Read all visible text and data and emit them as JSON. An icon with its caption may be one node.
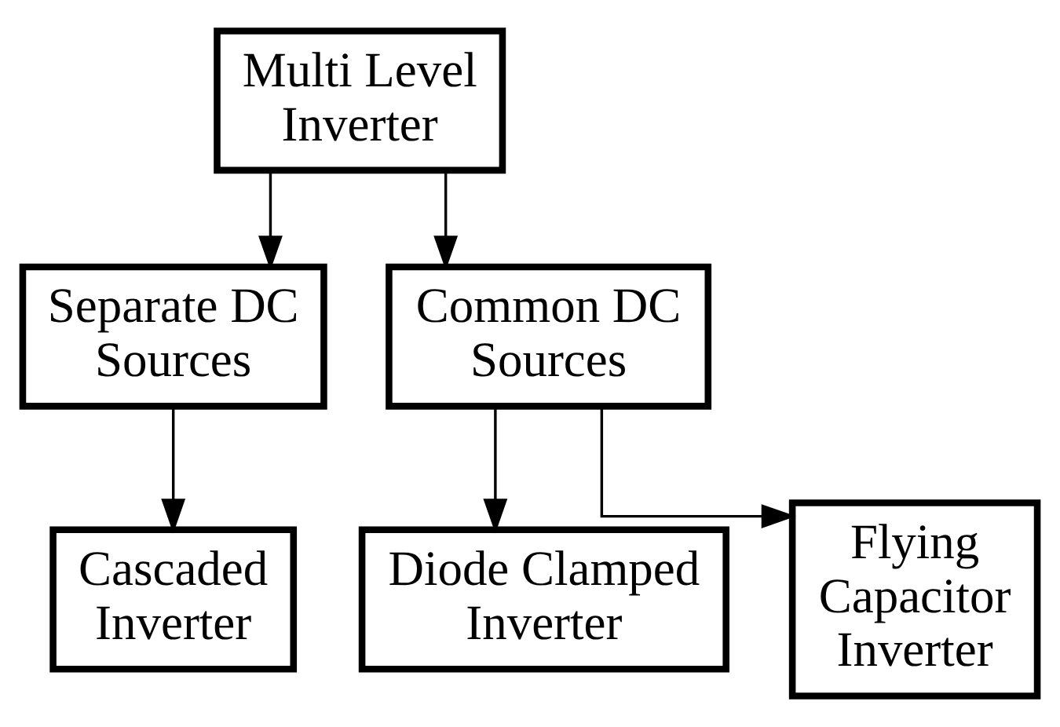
{
  "diagram": {
    "nodes": [
      {
        "text": [
          "Multi Level Inverter"
        ]
      },
      {
        "text": [
          "Separate DC Sources"
        ]
      },
      {
        "text": [
          "Common DC Sources"
        ]
      },
      {
        "text": [
          "Cascaded Inverter"
        ]
      },
      {
        "text": [
          "Diode Clamped Inverter"
        ]
      },
      {
        "text": [
          "Flying Capacitor Inverter"
        ]
      }
    ],
    "edges": [
      {
        "from": 0,
        "to": 1,
        "arrow": "to"
      },
      {
        "from": 0,
        "to": 2,
        "arrow": "to"
      },
      {
        "from": 1,
        "to": 3,
        "arrow": "to"
      },
      {
        "from": 2,
        "to": 4,
        "arrow": "to"
      },
      {
        "from": 2,
        "to": 5,
        "arrow": "to"
      }
    ]
  }
}
